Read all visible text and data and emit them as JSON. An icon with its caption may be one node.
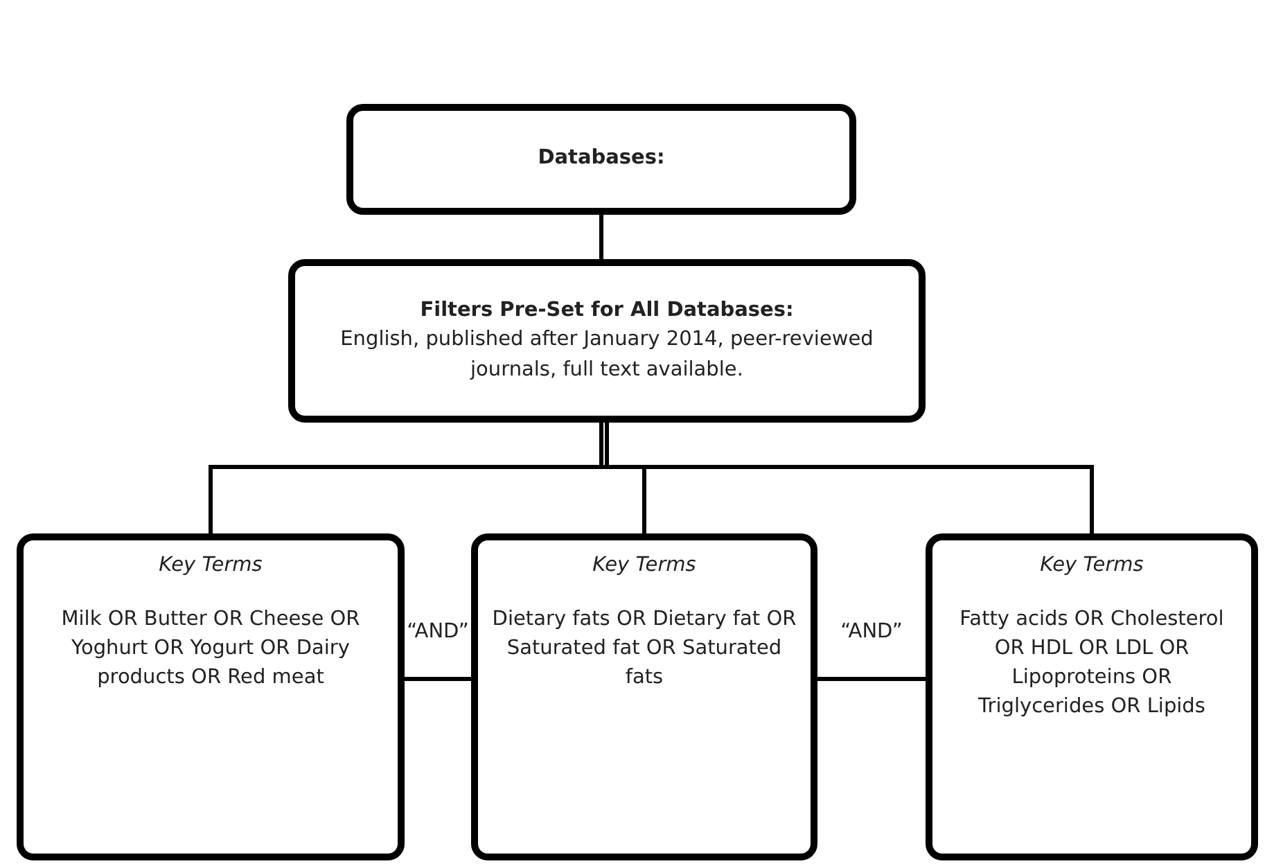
{
  "diagram": {
    "nodes": [
      {
        "text": [
          "Databases:"
        ]
      },
      {
        "text": [
          "Filters Pre-Set for All Databases:",
          "English, published after January 2014, peer-reviewed journals, full text available."
        ]
      },
      {
        "text": [
          "Key Terms",
          "Milk OR Butter OR Cheese OR Yoghurt OR Yogurt OR Dairy products OR Red meat"
        ]
      },
      {
        "text": [
          "Key Terms",
          "Dietary fats OR Dietary fat OR Saturated fat OR Saturated fats"
        ]
      },
      {
        "text": [
          "Key Terms",
          "Fatty acids OR Cholesterol OR HDL OR LDL OR Lipoproteins OR Triglycerides OR Lipids"
        ]
      }
    ],
    "edges": [
      {
        "from": 0,
        "to": 1,
        "arrow": "none"
      },
      {
        "from": 1,
        "to": 2,
        "arrow": "none"
      },
      {
        "from": 1,
        "to": 3,
        "arrow": "none"
      },
      {
        "from": 1,
        "to": 4,
        "arrow": "none"
      },
      {
        "from": 2,
        "to": 3,
        "arrow": "none",
        "label": "“AND”"
      },
      {
        "from": 3,
        "to": 4,
        "arrow": "none",
        "label": "“AND”"
      }
    ]
  }
}
